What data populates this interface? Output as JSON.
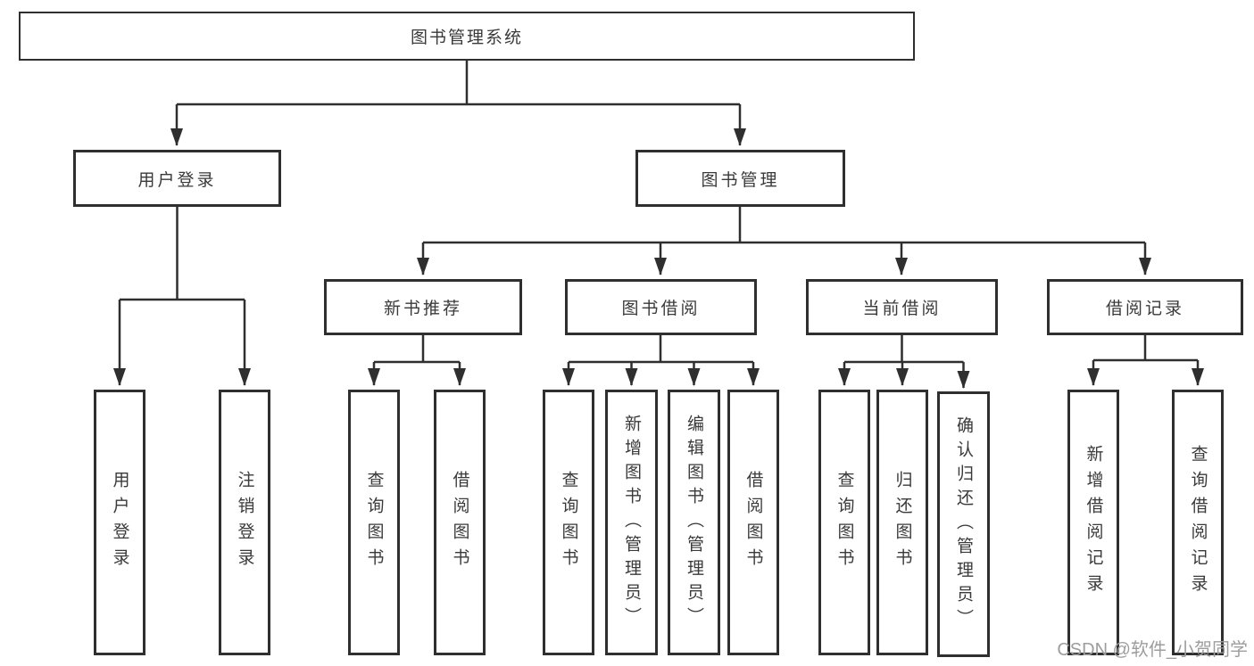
{
  "title": "图书管理系统",
  "watermark": "CSDN @软件_小贺同学",
  "colors": {
    "line": "#2f2f2f",
    "text": "#3a3a3a",
    "watermark_text": "#9d9d9d",
    "background": "#ffffff"
  },
  "labels": {
    "root": "图书管理系统",
    "user_login": "用户登录",
    "book_mgmt": "图书管理",
    "new_book_rec": "新书推荐",
    "book_borrow": "图书借阅",
    "current_borrow": "当前借阅",
    "borrow_records": "借阅记录",
    "g1_login": "用户登录",
    "g1_logout": "注销登录",
    "g2_query": "查询图书",
    "g2_borrow": "借阅图书",
    "g3_query": "查询图书",
    "g3_add": "新增图书（管理员）",
    "g3_edit": "编辑图书（管理员）",
    "g3_borrow": "借阅图书",
    "g4_query": "查询图书",
    "g4_return": "归还图书",
    "g4_confirm": "确认归还（管理员）",
    "g5_add": "新增借阅记录",
    "g5_query": "查询借阅记录"
  },
  "hierarchy": {
    "root": "图书管理系统",
    "children": [
      {
        "label": "用户登录",
        "children": [
          "用户登录",
          "注销登录"
        ]
      },
      {
        "label": "图书管理",
        "children": [
          {
            "label": "新书推荐",
            "children": [
              "查询图书",
              "借阅图书"
            ]
          },
          {
            "label": "图书借阅",
            "children": [
              "查询图书",
              "新增图书（管理员）",
              "编辑图书（管理员）",
              "借阅图书"
            ]
          },
          {
            "label": "当前借阅",
            "children": [
              "查询图书",
              "归还图书",
              "确认归还（管理员）"
            ]
          },
          {
            "label": "借阅记录",
            "children": [
              "新增借阅记录",
              "查询借阅记录"
            ]
          }
        ]
      }
    ]
  }
}
